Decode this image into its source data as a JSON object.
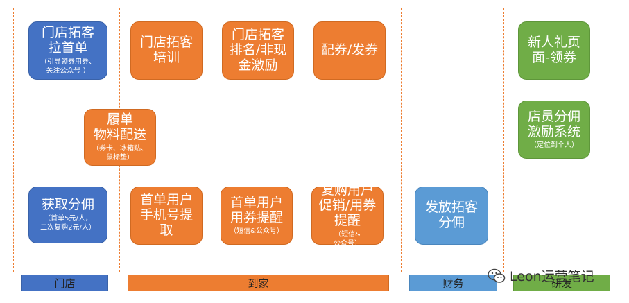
{
  "boxes": {
    "store_first_order": {
      "title": "门店拓客\n拉首单",
      "sub": "（引导领券用券、\n关注公众号 ）"
    },
    "store_training": {
      "title": "门店拓客\n培训",
      "sub": ""
    },
    "store_ranking": {
      "title": "门店拓客\n排名/非现\n金激励",
      "sub": ""
    },
    "coupon_issue": {
      "title": "配券/发券",
      "sub": ""
    },
    "fulfillment": {
      "title": "履单\n物料配送",
      "sub": "（券卡、冰箱贴、\n鼠标垫）"
    },
    "get_commission": {
      "title": "获取分佣",
      "sub": "（首单5元/人，\n二次复购2元/人）"
    },
    "phone_collect": {
      "title": "首单用户\n手机号提\n取",
      "sub": ""
    },
    "coupon_reminder": {
      "title": "首单用户\n用券提醒",
      "sub": "（短信&公众号）"
    },
    "repurchase": {
      "title": "复购用户\n促销/用券\n提醒",
      "sub": "（短信&\n公众号）"
    },
    "issue_commission": {
      "title": "发放拓客\n分佣",
      "sub": ""
    },
    "newcomer_page": {
      "title": "新人礼页\n面-领券",
      "sub": ""
    },
    "staff_incentive": {
      "title": "店员分佣\n激励系统",
      "sub": "（定位到个人）"
    }
  },
  "lanes": {
    "store": "门店",
    "delivery": "到家",
    "finance": "财务",
    "rnd": "研发"
  },
  "watermark": "Leon运营笔记",
  "colors": {
    "blue": "#4472c4",
    "orange": "#ed7d31",
    "light_blue": "#5b9bd5",
    "green": "#70ad47"
  }
}
